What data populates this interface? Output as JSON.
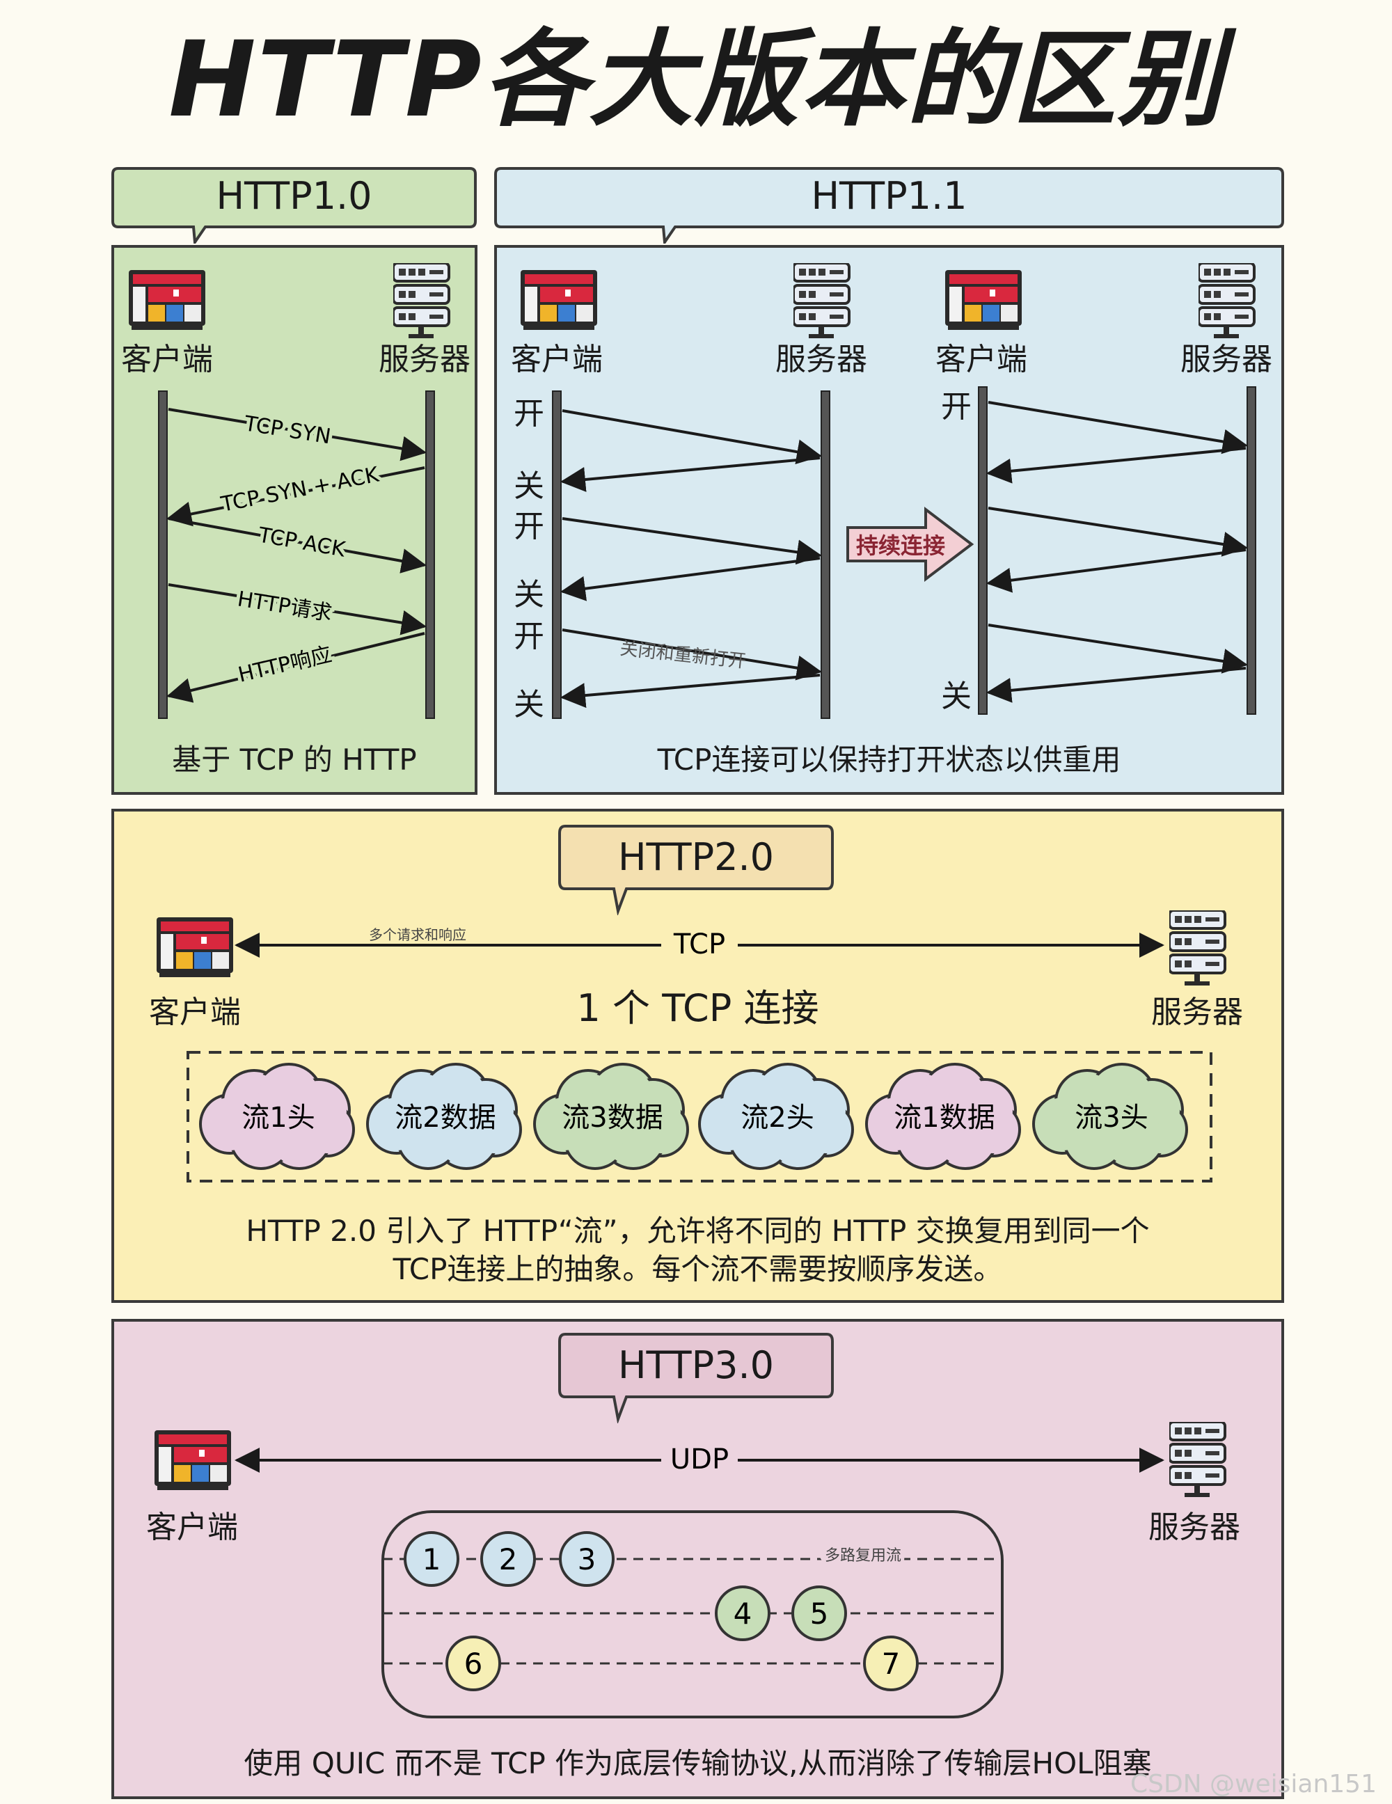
{
  "title": "HTTP各大版本的区别",
  "common": {
    "client": "客户端",
    "server": "服务器"
  },
  "http10": {
    "tag": "HTTP1.0",
    "messages": [
      "TCP SYN",
      "TCP SYN + ACK",
      "TCP ACK",
      "HTTP请求",
      "HTTP响应"
    ],
    "caption": "基于 TCP 的 HTTP"
  },
  "http11": {
    "tag": "HTTP1.1",
    "open": "开",
    "close": "关",
    "arrow_label": "持续连接",
    "note": "关闭和重新打开",
    "caption": "TCP连接可以保持打开状态以供重用"
  },
  "http20": {
    "tag": "HTTP2.0",
    "transport": "TCP",
    "small_note": "多个请求和响应",
    "connection": "1 个 TCP 连接",
    "streams": [
      {
        "label": "流1头",
        "color": "#e8cde0"
      },
      {
        "label": "流2数据",
        "color": "#cfe3ee"
      },
      {
        "label": "流3数据",
        "color": "#c7deb8"
      },
      {
        "label": "流2头",
        "color": "#cfe3ee"
      },
      {
        "label": "流1数据",
        "color": "#e8cde0"
      },
      {
        "label": "流3头",
        "color": "#c7deb8"
      }
    ],
    "caption_line1": "HTTP 2.0 引入了 HTTP“流”，允许将不同的 HTTP 交换复用到同一个",
    "caption_line2": "TCP连接上的抽象。每个流不需要按顺序发送。"
  },
  "http30": {
    "tag": "HTTP3.0",
    "transport": "UDP",
    "small_note": "多路复用流",
    "packets": [
      {
        "n": "1",
        "color": "#cfe3ee"
      },
      {
        "n": "2",
        "color": "#cfe3ee"
      },
      {
        "n": "3",
        "color": "#cfe3ee"
      },
      {
        "n": "4",
        "color": "#c7deb8"
      },
      {
        "n": "5",
        "color": "#c7deb8"
      },
      {
        "n": "6",
        "color": "#f6efb5"
      },
      {
        "n": "7",
        "color": "#f6efb5"
      }
    ],
    "caption": "使用 QUIC 而不是 TCP 作为底层传输协议,从而消除了传输层HOL阻塞"
  },
  "watermark": "CSDN @weisian151",
  "colors": {
    "green_panel": "#cde3b9",
    "blue_panel": "#d9eaf1",
    "yellow_panel": "#fbefb6",
    "pink_panel": "#ecd4df"
  }
}
